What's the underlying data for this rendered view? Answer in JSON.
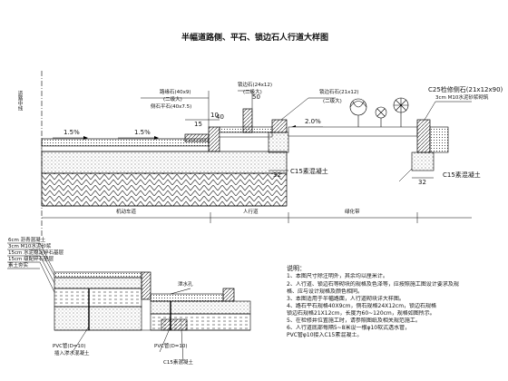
{
  "title": "半幅道路侧、平石、锁边石人行道大样图",
  "center_label": "道路中线",
  "slope_left": "1.5%",
  "slope_right": "1.5%",
  "slope_walk": "2.0%",
  "dim_40": "40",
  "dim_15": "15",
  "dim_10": "10",
  "dim_50": "50",
  "dim_32a": "32",
  "dim_32b": "32",
  "paving_label": "路缘石(40x9)",
  "paving_sub": "(二级大)",
  "flat_label": "侧石平石(40x7.5)",
  "lock_label": "锁边石(24x12)",
  "lock_sub": "(二级大)",
  "lock2_label": "锁边石石(21x12)",
  "lock2_sub": "(二级大)",
  "c25_label": "C25检修侧石(21x12x90)",
  "mortar_label": "3cm M10水泥砂浆砌筑",
  "c15_label1": "C15素混凝土",
  "c15_label2": "C15素混凝土",
  "zone_vehicle": "机动车道",
  "zone_walk": "人行道",
  "zone_green": "绿化带",
  "layers": [
    {
      "val": "6cm",
      "txt": "沥青混凝土"
    },
    {
      "val": "3cm",
      "txt": "M10水泥砂浆"
    },
    {
      "val": "15cm",
      "txt": "水泥稳定碎石基层"
    },
    {
      "val": "15cm",
      "txt": "级配碎石垫层"
    },
    {
      "val": "",
      "txt": "素土夯实"
    }
  ],
  "pvc_label1": "PVC管(D=10)",
  "pvc_label2": "PVC管(D=10)",
  "pvc_sub": "插入渗水混凝土",
  "c15_bottom": "C15素混凝土",
  "drain_label": "泄水孔",
  "notes_title": "说明：",
  "notes": [
    "1、本图尺寸除注明外，其余均以厘米计。",
    "2、人行道、锁边石等砌块的规格及色泽等，应按照施工图设计要求及规",
    "   格、应与设计规格及颜色相同。",
    "3、本图适用于半幅路面，人行道砌块详大样图。",
    "4、路石平石规格40X9cm，侧石规格24X12cm，锁边石规格",
    "   锁边石规格21X12cm，长度为60~120cm，规格如图所示。",
    "5、在检修井位置施工时，请参照图纸及相关规范施工。",
    "6、人行道底部每隔5~8米设一根φ10软式透水管，",
    "   PVC管φ10接入C15素混凝土。"
  ]
}
